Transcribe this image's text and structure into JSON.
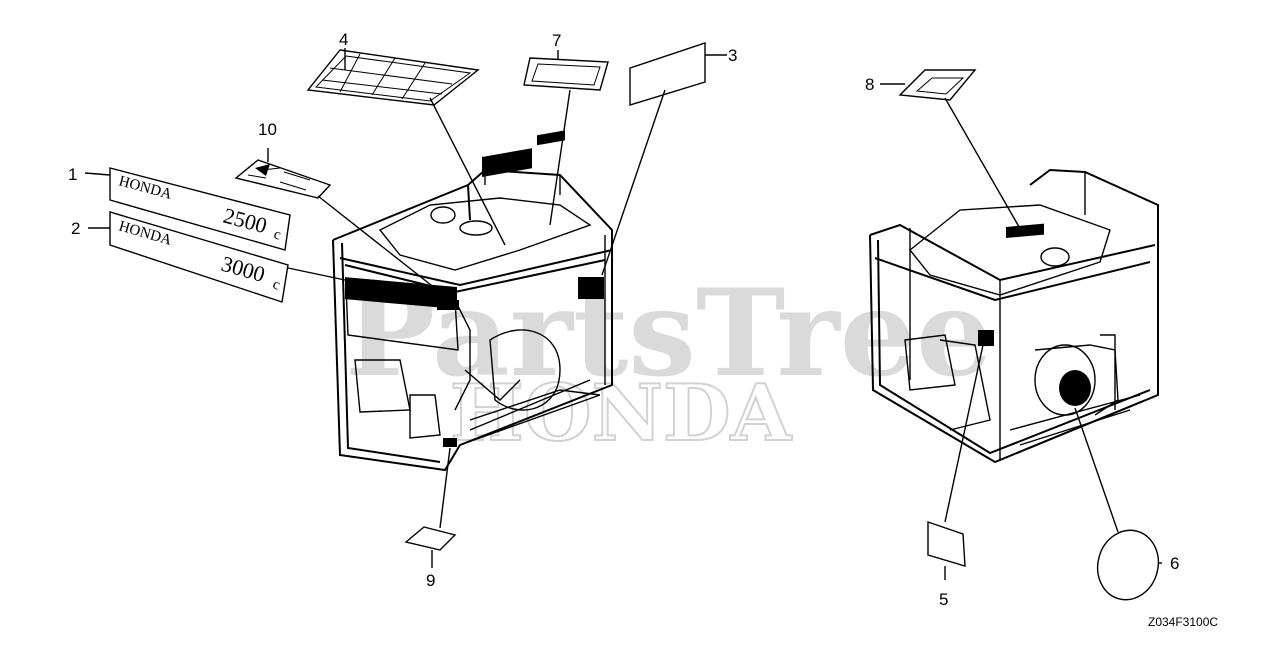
{
  "watermark": {
    "line1": "PartsTree",
    "line2": "HONDA"
  },
  "diagram_code": "Z034F3100C",
  "callouts": [
    {
      "id": "1",
      "label": "1"
    },
    {
      "id": "2",
      "label": "2"
    },
    {
      "id": "3",
      "label": "3"
    },
    {
      "id": "4",
      "label": "4"
    },
    {
      "id": "5",
      "label": "5"
    },
    {
      "id": "6",
      "label": "6"
    },
    {
      "id": "7",
      "label": "7"
    },
    {
      "id": "8",
      "label": "8"
    },
    {
      "id": "9",
      "label": "9"
    },
    {
      "id": "10",
      "label": "10"
    }
  ],
  "decals": {
    "mark_2500": {
      "brand": "HONDA",
      "model": "2500",
      "suffix": "c"
    },
    "mark_3000": {
      "brand": "HONDA",
      "model": "3000",
      "suffix": "c"
    }
  }
}
